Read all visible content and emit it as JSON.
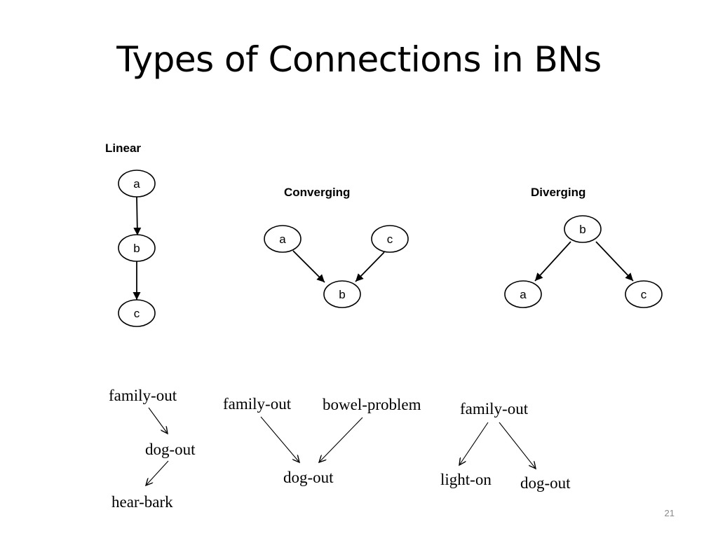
{
  "slide": {
    "title": "Types of Connections in BNs",
    "page_number": "21"
  },
  "diagrams": {
    "linear": {
      "label": "Linear",
      "nodes": {
        "a": "a",
        "b": "b",
        "c": "c"
      }
    },
    "converging": {
      "label": "Converging",
      "nodes": {
        "a": "a",
        "b": "b",
        "c": "c"
      }
    },
    "diverging": {
      "label": "Diverging",
      "nodes": {
        "a": "a",
        "b": "b",
        "c": "c"
      }
    }
  },
  "examples": {
    "linear": {
      "top": "family-out",
      "middle": "dog-out",
      "bottom": "hear-bark"
    },
    "converging": {
      "left_parent": "family-out",
      "right_parent": "bowel-problem",
      "child": "dog-out"
    },
    "diverging": {
      "parent": "family-out",
      "left_child": "light-on",
      "right_child": "dog-out"
    }
  },
  "colors": {
    "text": "#000000",
    "background": "#ffffff",
    "page_number": "#8a8a8a"
  }
}
